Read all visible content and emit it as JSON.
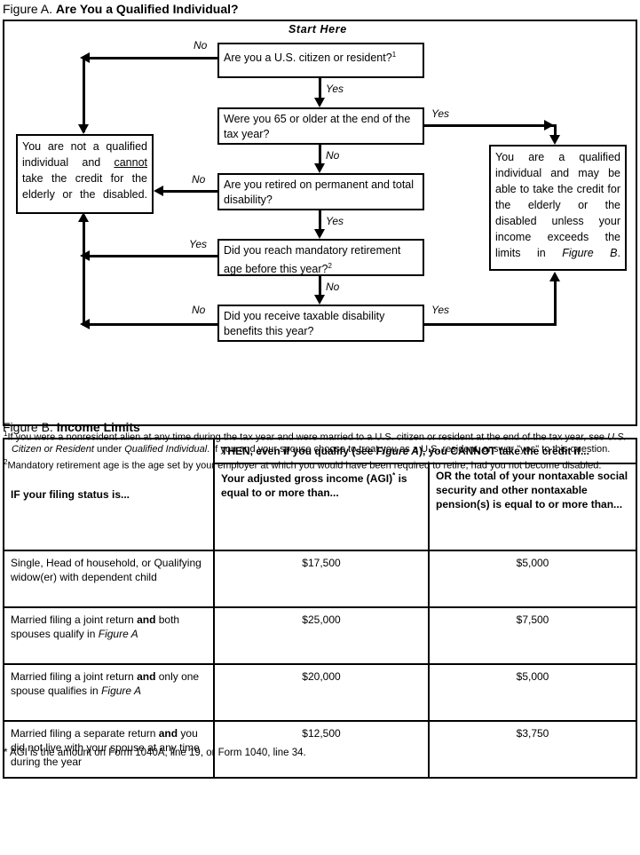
{
  "figure_a": {
    "title_label": "Figure A.",
    "title_name": "Are You a Qualified Individual?",
    "start_here": "Start Here",
    "boxes": {
      "q1": "Are you a U.S. citizen or resident?",
      "q1_footnote_marker": "1",
      "q2": "Were you 65 or older at the end of the tax year?",
      "q3": "Are you retired on permanent and total disability?",
      "q4": "Did you reach mandatory retirement age before this year?",
      "q4_footnote_marker": "2",
      "q5": "Did you receive taxable disability benefits this year?",
      "not_qualified_1": "You are not a qualified individual and ",
      "not_qualified_cannot": "cannot",
      "not_qualified_2": " take the credit for the elderly or the disabled.",
      "qualified_1": "You are a qualified individual and may be able to take the credit for the elderly or the disabled unless your income exceeds the limits in ",
      "qualified_figref": "Figure B",
      "qualified_2": "."
    },
    "edge_labels": {
      "q1_no": "No",
      "q1_yes": "Yes",
      "q2_yes": "Yes",
      "q2_no": "No",
      "q3_no": "No",
      "q3_yes": "Yes",
      "q4_yes": "Yes",
      "q4_no": "No",
      "q5_no": "No",
      "q5_yes": "Yes"
    },
    "footnotes": [
      {
        "marker": "1",
        "parts": [
          {
            "text": "If you were a nonresident alien at any time during the tax year and were married to a U.S. citizen or resident at the end of the tax year, see ",
            "style": "normal"
          },
          {
            "text": "U.S. Citizen or Resident",
            "style": "italic"
          },
          {
            "text": " under ",
            "style": "normal"
          },
          {
            "text": "Qualified Individual",
            "style": "italic"
          },
          {
            "text": ". If you and your spouse choose to treat you as a U.S. resident, answer \"yes\" to this question.",
            "style": "normal"
          }
        ]
      },
      {
        "marker": "2",
        "parts": [
          {
            "text": "Mandatory retirement age is the age set by your employer at which you would have been required to retire, had you not become disabled.",
            "style": "normal"
          }
        ]
      }
    ]
  },
  "figure_b": {
    "title_label": "Figure B.",
    "title_name": "Income Limits",
    "header_span": {
      "pre": "THEN, even if you qualify (see ",
      "figref": "Figure A",
      "post": "), you CANNOT take the credit if..."
    },
    "col_headers": {
      "status": "IF your filing status is...",
      "agi_pre": "Your adjusted gross income (AGI)",
      "agi_star": "*",
      "agi_post": " is equal to or more than...",
      "nontaxable": "OR the total of your nontaxable social security and other nontaxable pension(s) is equal to or more than..."
    },
    "rows": [
      {
        "status_parts": [
          {
            "text": "Single, Head of household, or Qualifying widow(er) with dependent child",
            "style": "normal"
          }
        ],
        "agi": "$17,500",
        "nontaxable": "$5,000"
      },
      {
        "status_parts": [
          {
            "text": "Married filing a joint return ",
            "style": "normal"
          },
          {
            "text": "and",
            "style": "bold"
          },
          {
            "text": " both spouses qualify in ",
            "style": "normal"
          },
          {
            "text": "Figure A",
            "style": "italic"
          }
        ],
        "agi": "$25,000",
        "nontaxable": "$7,500"
      },
      {
        "status_parts": [
          {
            "text": "Married filing a joint return ",
            "style": "normal"
          },
          {
            "text": "and",
            "style": "bold"
          },
          {
            "text": " only one spouse qualifies in ",
            "style": "normal"
          },
          {
            "text": "Figure A",
            "style": "italic"
          }
        ],
        "agi": "$20,000",
        "nontaxable": "$5,000"
      },
      {
        "status_parts": [
          {
            "text": "Married filing a separate return ",
            "style": "normal"
          },
          {
            "text": "and",
            "style": "bold"
          },
          {
            "text": " you did not live with your spouse at any time during the year",
            "style": "normal"
          }
        ],
        "agi": "$12,500",
        "nontaxable": "$3,750"
      }
    ],
    "footnote": "* AGI is the amount on Form 1040A, line 19, or Form 1040, line 34."
  },
  "chart_data": {
    "type": "table",
    "title": "Income Limits",
    "columns": [
      "IF your filing status is...",
      "Your adjusted gross income (AGI)* is equal to or more than...",
      "OR the total of your nontaxable social security and other nontaxable pension(s) is equal to or more than..."
    ],
    "rows": [
      [
        "Single, Head of household, or Qualifying widow(er) with dependent child",
        "$17,500",
        "$5,000"
      ],
      [
        "Married filing a joint return and both spouses qualify in Figure A",
        "$25,000",
        "$7,500"
      ],
      [
        "Married filing a joint return and only one spouse qualifies in Figure A",
        "$20,000",
        "$5,000"
      ],
      [
        "Married filing a separate return and you did not live with your spouse at any time during the year",
        "$12,500",
        "$3,750"
      ]
    ]
  }
}
